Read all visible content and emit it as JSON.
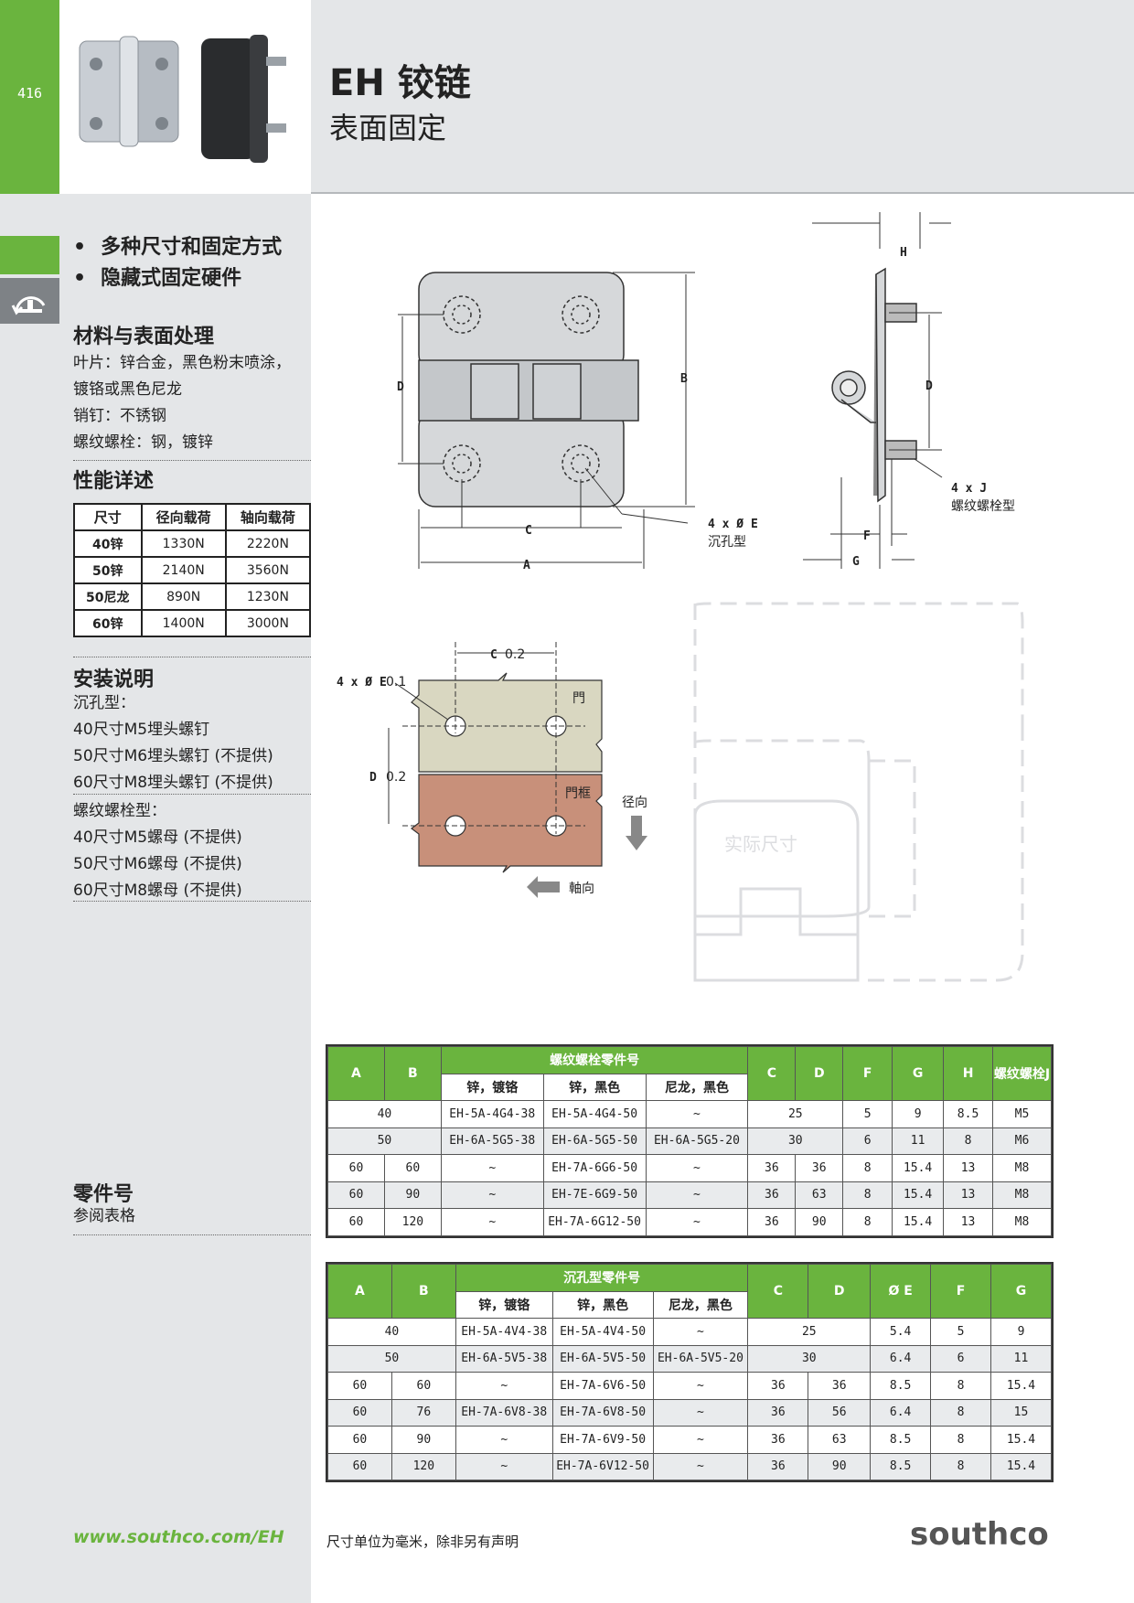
{
  "header": {
    "page_number": "416",
    "title": "EH 铰链",
    "subtitle": "表面固定"
  },
  "features": [
    "多种尺寸和固定方式",
    "隐藏式固定硬件"
  ],
  "materials": {
    "heading": "材料与表面处理",
    "lines": [
      "叶片：锌合金，黑色粉末喷涂，",
      "镀铬或黑色尼龙",
      "销钉：不锈钢",
      "螺纹螺栓：钢，镀锌"
    ]
  },
  "performance": {
    "heading": "性能详述",
    "columns": [
      "尺寸",
      "径向载荷",
      "轴向载荷"
    ],
    "rows": [
      [
        "40锌",
        "1330N",
        "2220N"
      ],
      [
        "50锌",
        "2140N",
        "3560N"
      ],
      [
        "50尼龙",
        "890N",
        "1230N"
      ],
      [
        "60锌",
        "1400N",
        "3000N"
      ]
    ]
  },
  "installation": {
    "heading": "安装说明",
    "countersunk_title": "沉孔型：",
    "countersunk_lines": [
      "40尺寸M5埋头螺钉",
      "50尺寸M6埋头螺钉 (不提供)",
      "60尺寸M8埋头螺钉 (不提供)"
    ],
    "stud_title": "螺纹螺栓型：",
    "stud_lines": [
      "40尺寸M5螺母 (不提供)",
      "50尺寸M6螺母 (不提供)",
      "60尺寸M8螺母 (不提供)"
    ]
  },
  "part_numbers": {
    "heading": "零件号",
    "note": "参阅表格"
  },
  "drawing_labels": {
    "front_A": "A",
    "front_B": "B",
    "front_C": "C",
    "front_D": "D",
    "front_E_qty": "4 x Ø E",
    "front_E_type": "沉孔型",
    "side_H": "H",
    "side_D": "D",
    "side_F": "F",
    "side_G": "G",
    "side_J_qty": "4 x J",
    "side_J_type": "螺纹螺栓型",
    "mount_C": "C",
    "mount_C_tol": "0.2",
    "mount_E": "4 x Ø E",
    "mount_E_tol": "0.1",
    "mount_D": "D",
    "mount_D_tol": "0.2",
    "door": "門",
    "frame": "門框",
    "radial": "径向",
    "axial": "軸向",
    "actual_size": "实际尺寸"
  },
  "stud_table": {
    "group_title": "螺纹螺栓零件号",
    "headers": {
      "A": "A",
      "B": "B",
      "sub1": "锌，镀铬",
      "sub2": "锌，黑色",
      "sub3": "尼龙，黑色",
      "C": "C",
      "D": "D",
      "F": "F",
      "G": "G",
      "H": "H",
      "J": "螺纹螺栓J"
    },
    "rows": [
      {
        "A": "40",
        "B": "",
        "p1": "EH-5A-4G4-38",
        "p2": "EH-5A-4G4-50",
        "p3": "~",
        "C": "25",
        "D": "",
        "F": "5",
        "G": "9",
        "H": "8.5",
        "J": "M5"
      },
      {
        "A": "50",
        "B": "",
        "p1": "EH-6A-5G5-38",
        "p2": "EH-6A-5G5-50",
        "p3": "EH-6A-5G5-20",
        "C": "30",
        "D": "",
        "F": "6",
        "G": "11",
        "H": "8",
        "J": "M6"
      },
      {
        "A": "60",
        "B": "60",
        "p1": "~",
        "p2": "EH-7A-6G6-50",
        "p3": "~",
        "C": "36",
        "D": "36",
        "F": "8",
        "G": "15.4",
        "H": "13",
        "J": "M8"
      },
      {
        "A": "60",
        "B": "90",
        "p1": "~",
        "p2": "EH-7E-6G9-50",
        "p3": "~",
        "C": "36",
        "D": "63",
        "F": "8",
        "G": "15.4",
        "H": "13",
        "J": "M8"
      },
      {
        "A": "60",
        "B": "120",
        "p1": "~",
        "p2": "EH-7A-6G12-50",
        "p3": "~",
        "C": "36",
        "D": "90",
        "F": "8",
        "G": "15.4",
        "H": "13",
        "J": "M8"
      }
    ]
  },
  "cs_table": {
    "group_title": "沉孔型零件号",
    "headers": {
      "A": "A",
      "B": "B",
      "sub1": "锌，镀铬",
      "sub2": "锌，黑色",
      "sub3": "尼龙，黑色",
      "C": "C",
      "D": "D",
      "E": "Ø E",
      "F": "F",
      "G": "G"
    },
    "rows": [
      {
        "A": "40",
        "B": "",
        "p1": "EH-5A-4V4-38",
        "p2": "EH-5A-4V4-50",
        "p3": "~",
        "C": "25",
        "D": "",
        "E": "5.4",
        "F": "5",
        "G": "9"
      },
      {
        "A": "50",
        "B": "",
        "p1": "EH-6A-5V5-38",
        "p2": "EH-6A-5V5-50",
        "p3": "EH-6A-5V5-20",
        "C": "30",
        "D": "",
        "E": "6.4",
        "F": "6",
        "G": "11"
      },
      {
        "A": "60",
        "B": "60",
        "p1": "~",
        "p2": "EH-7A-6V6-50",
        "p3": "~",
        "C": "36",
        "D": "36",
        "E": "8.5",
        "F": "8",
        "G": "15.4"
      },
      {
        "A": "60",
        "B": "76",
        "p1": "EH-7A-6V8-38",
        "p2": "EH-7A-6V8-50",
        "p3": "~",
        "C": "36",
        "D": "56",
        "E": "6.4",
        "F": "8",
        "G": "15"
      },
      {
        "A": "60",
        "B": "90",
        "p1": "~",
        "p2": "EH-7A-6V9-50",
        "p3": "~",
        "C": "36",
        "D": "63",
        "E": "8.5",
        "F": "8",
        "G": "15.4"
      },
      {
        "A": "60",
        "B": "120",
        "p1": "~",
        "p2": "EH-7A-6V12-50",
        "p3": "~",
        "C": "36",
        "D": "90",
        "E": "8.5",
        "F": "8",
        "G": "15.4"
      }
    ]
  },
  "footer": {
    "url": "www.southco.com/EH",
    "note": "尺寸单位为毫米，除非另有声明",
    "logo": "southco"
  },
  "colors": {
    "brand_green": "#6ab43e",
    "sidebar_gray": "#e4e6e8",
    "door": "#d9d7c1",
    "frame": "#c8907a"
  }
}
